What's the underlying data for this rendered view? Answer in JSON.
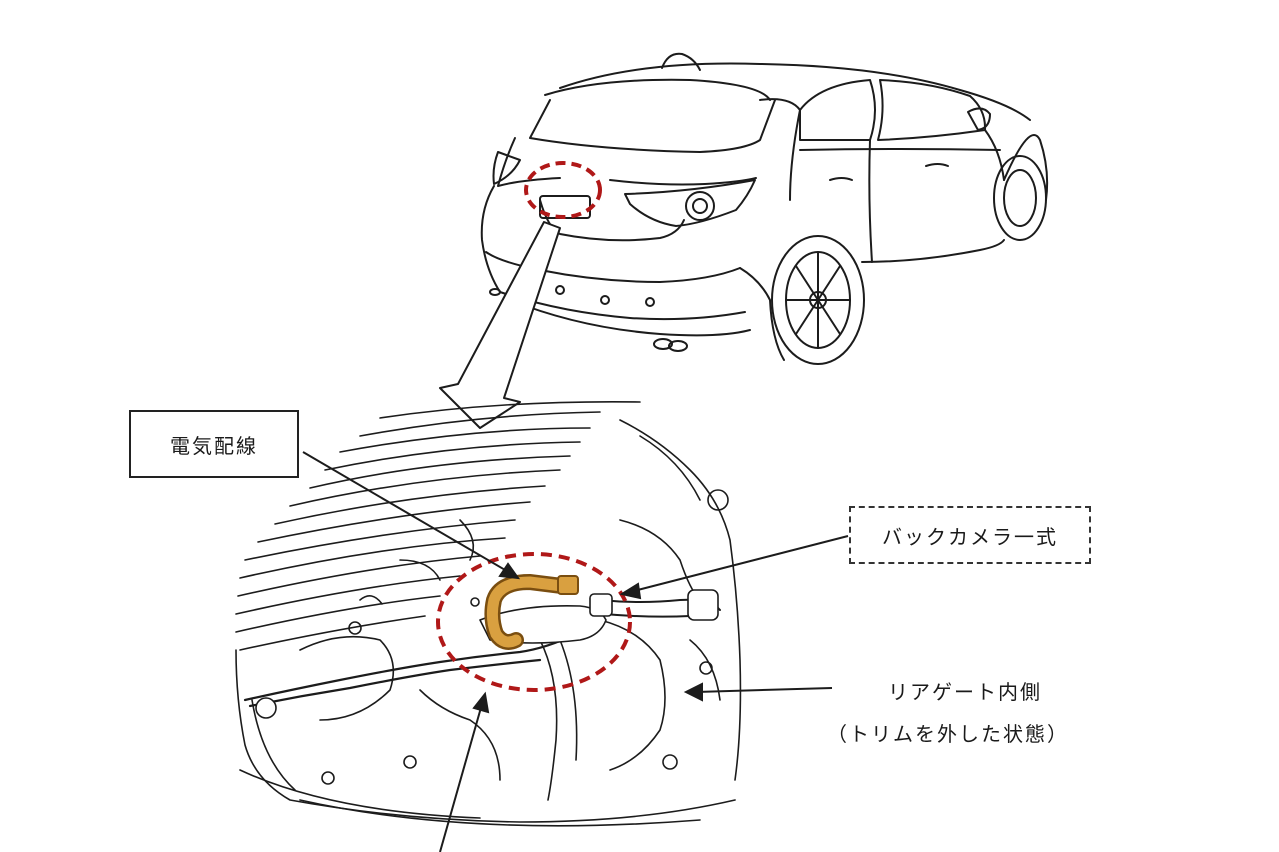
{
  "labels": {
    "wiring": "電気配線",
    "camera_assembly": "バックカメラ一式",
    "liftgate_inside": "リアゲート内側",
    "trim_removed": "（トリムを外した状態）"
  },
  "colors": {
    "line": "#1c1c1c",
    "highlight_circle": "#b01818",
    "wiring_harness": "#d9a040",
    "wiring_outline": "#7a4e10"
  }
}
